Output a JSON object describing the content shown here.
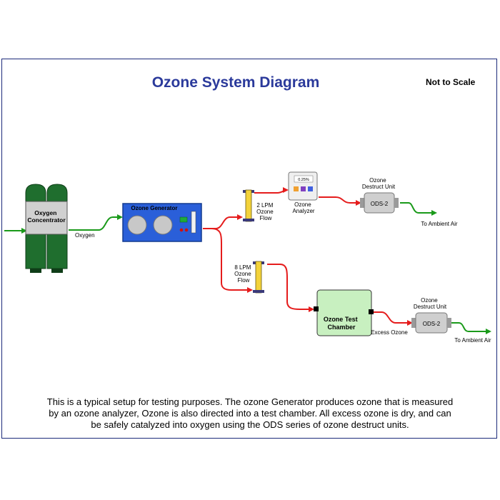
{
  "title": "Ozone System Diagram",
  "scale_note": "Not to Scale",
  "labels": {
    "oxygen_concentrator": [
      "Oxygen",
      "Concentrator"
    ],
    "oxygen_flow": "Oxygen",
    "ozone_generator": "Ozone Generator",
    "flow_meter_1": [
      "2 LPM",
      "Ozone",
      "Flow"
    ],
    "flow_meter_2": [
      "8 LPM",
      "Ozone",
      "Flow"
    ],
    "analyzer_display": "0.25%",
    "ozone_analyzer": [
      "Ozone",
      "Analyzer"
    ],
    "destruct_unit_1": [
      "Ozone",
      "Destruct Unit"
    ],
    "ods_1": "ODS-2",
    "ambient_1": "To Ambient Air",
    "test_chamber": [
      "Ozone Test",
      "Chamber"
    ],
    "excess_ozone": "Excess Ozone",
    "destruct_unit_2": [
      "Ozone",
      "Destruct Unit"
    ],
    "ods_2": "ODS-2",
    "ambient_2": "To Ambient Air"
  },
  "caption": "This is a typical setup for testing purposes.  The ozone Generator produces ozone that is measured by an ozone analyzer,  Ozone is also directed into a test chamber.  All excess ozone is dry, and can be safely catalyzed into oxygen using the ODS series of ozone destruct units.",
  "colors": {
    "title": "#2b3a9b",
    "oxygen_line": "#1a9a1a",
    "ozone_line": "#e51c1c",
    "tank": "#1f6e2e",
    "generator": "#2a5fd9",
    "chamber": "#c8f0c0"
  }
}
